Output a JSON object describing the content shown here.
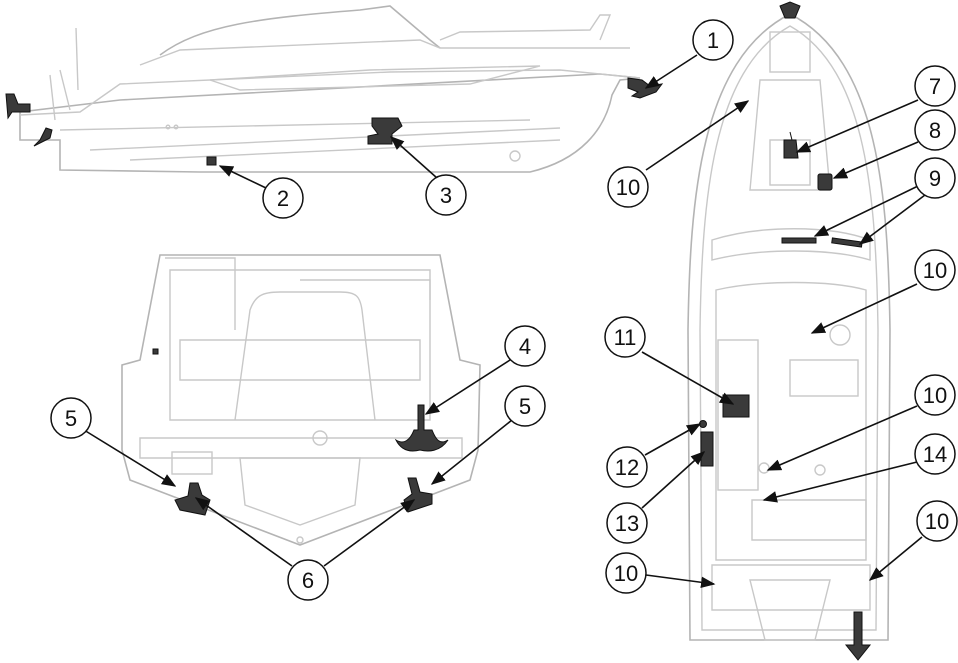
{
  "diagram": {
    "title": "Boat equipment location diagram",
    "views": [
      {
        "name": "side-view",
        "label": "Side profile view"
      },
      {
        "name": "stern-view",
        "label": "Stern (rear) view"
      },
      {
        "name": "top-view",
        "label": "Top (plan) view"
      }
    ],
    "callouts": [
      {
        "id": "c1",
        "number": "1",
        "view": "side-view"
      },
      {
        "id": "c2",
        "number": "2",
        "view": "side-view"
      },
      {
        "id": "c3",
        "number": "3",
        "view": "side-view"
      },
      {
        "id": "c4",
        "number": "4",
        "view": "stern-view"
      },
      {
        "id": "c5a",
        "number": "5",
        "view": "stern-view"
      },
      {
        "id": "c5b",
        "number": "5",
        "view": "stern-view"
      },
      {
        "id": "c6",
        "number": "6",
        "view": "stern-view"
      },
      {
        "id": "c7",
        "number": "7",
        "view": "top-view"
      },
      {
        "id": "c8",
        "number": "8",
        "view": "top-view"
      },
      {
        "id": "c9",
        "number": "9",
        "view": "top-view"
      },
      {
        "id": "c10a",
        "number": "10",
        "view": "top-view"
      },
      {
        "id": "c10b",
        "number": "10",
        "view": "top-view"
      },
      {
        "id": "c10c",
        "number": "10",
        "view": "top-view"
      },
      {
        "id": "c10d",
        "number": "10",
        "view": "top-view"
      },
      {
        "id": "c10e",
        "number": "10",
        "view": "top-view"
      },
      {
        "id": "c11",
        "number": "11",
        "view": "top-view"
      },
      {
        "id": "c12",
        "number": "12",
        "view": "top-view"
      },
      {
        "id": "c13",
        "number": "13",
        "view": "top-view"
      },
      {
        "id": "c14",
        "number": "14",
        "view": "top-view"
      }
    ],
    "colors": {
      "outline": "#c8c8c8",
      "equipment": "#3a3a3a",
      "leader": "#111111",
      "background": "#ffffff"
    }
  }
}
